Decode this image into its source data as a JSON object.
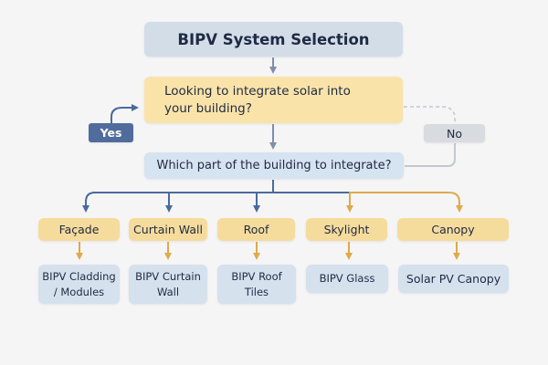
{
  "diagram": {
    "title": "BIPV System Selection",
    "question1": {
      "line1": "Looking to integrate solar into",
      "line2": "your building?"
    },
    "yes_label": "Yes",
    "no_label": "No",
    "question2": "Which part of the building to integrate?",
    "categories": [
      {
        "label": "Façade",
        "result_line1": "BIPV Cladding",
        "result_line2": "/ Modules"
      },
      {
        "label": "Curtain Wall",
        "result_line1": "BIPV Curtain",
        "result_line2": "Wall"
      },
      {
        "label": "Roof",
        "result_line1": "BIPV Roof",
        "result_line2": "Tiles"
      },
      {
        "label": "Skylight",
        "result_line1": "BIPV Glass",
        "result_line2": ""
      },
      {
        "label": "Canopy",
        "result_line1": "Solar PV Canopy",
        "result_line2": ""
      }
    ],
    "colors": {
      "background": "#f6f5f6",
      "title_fill": "#d3dde8",
      "question_fill": "#fae3a8",
      "decision_fill": "#d6e3f0",
      "category_fill": "#f6dc9c",
      "result_fill": "#d6e1ee",
      "yes_fill": "#4f6c9d",
      "no_fill": "#d8dbe0",
      "blue_connector": "#4a6a9e",
      "gold_connector": "#e0a94a",
      "gray_connector": "#c3c7ce",
      "text": "#1f2a44"
    }
  }
}
